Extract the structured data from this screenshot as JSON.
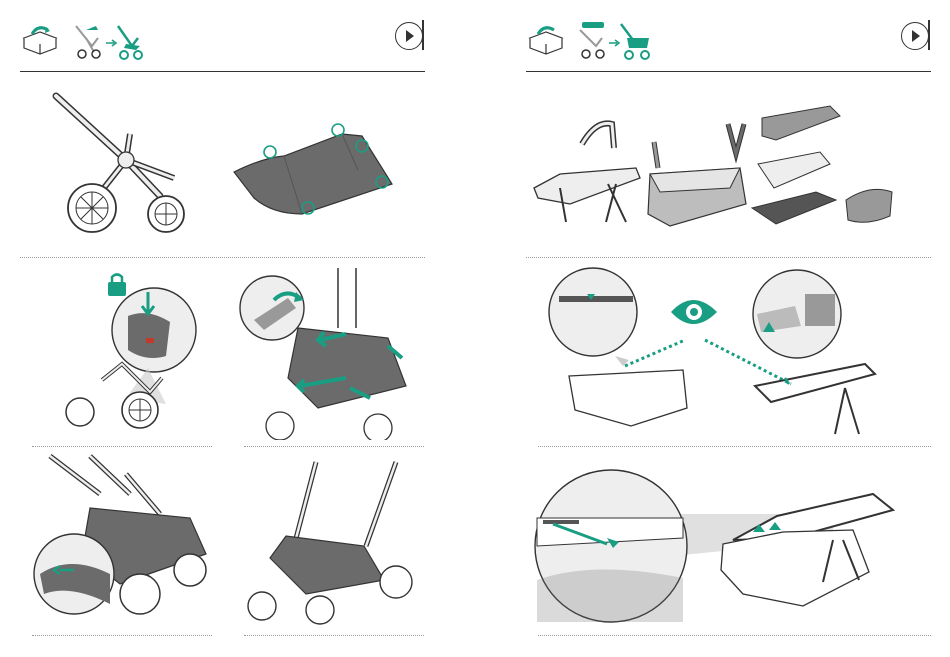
{
  "colors": {
    "accent": "#1a9e83",
    "fabric": "#6b6b6b",
    "fabric_light": "#bdbdbd",
    "line": "#333333",
    "frame": "#e9e9e9"
  },
  "left_page": {
    "header": {
      "step_icons": [
        "box-unpack-icon",
        "stroller-frame-icon",
        "arrow-right-icon",
        "stroller-seat-icon"
      ],
      "play_button": "play-icon"
    },
    "steps": [
      {
        "id": "frame",
        "icon": "stroller-frame-icon"
      },
      {
        "id": "basket",
        "icon": "underseat-basket-icon"
      },
      {
        "id": "lock-clip",
        "icon": "lock-icon"
      },
      {
        "id": "attach-basket",
        "icon": "arrow-icon"
      },
      {
        "id": "zip-basket",
        "icon": "arrow-icon"
      },
      {
        "id": "finished-basket",
        "icon": "stroller-icon"
      }
    ]
  },
  "right_page": {
    "header": {
      "step_icons": [
        "box-unpack-icon",
        "stroller-frame-icon",
        "arrow-right-icon",
        "bassinet-icon"
      ],
      "play_button": "play-icon"
    },
    "steps": [
      {
        "id": "bassinet-parts",
        "icon": "bassinet-parts-icon"
      },
      {
        "id": "align-markers",
        "icon": "eye-icon"
      },
      {
        "id": "insert-frame",
        "icon": "arrow-icon"
      }
    ]
  }
}
